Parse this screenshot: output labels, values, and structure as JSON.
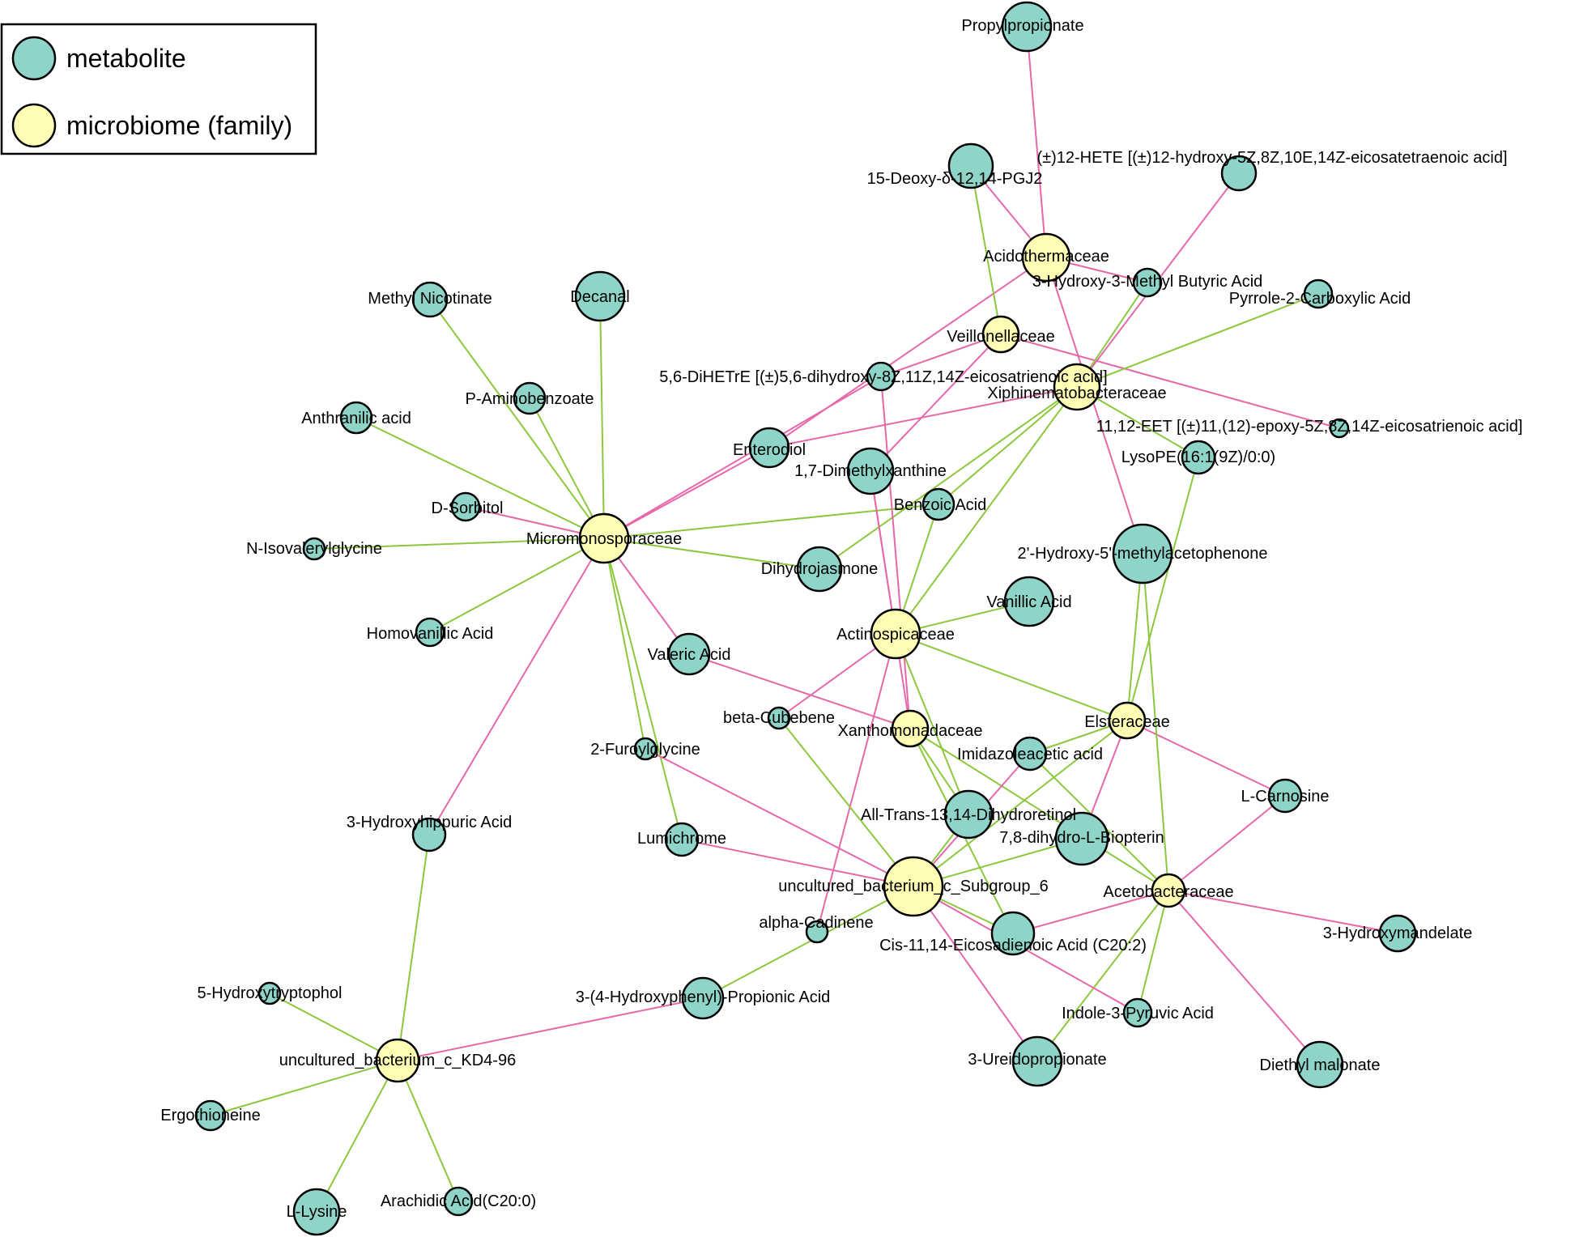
{
  "legend": [
    {
      "label": "metabolite",
      "type": "metabolite"
    },
    {
      "label": "microbiome (family)",
      "type": "microbiome"
    }
  ],
  "colors": {
    "metabolite": "#8fd4c8",
    "microbiome": "#fffcb4",
    "positive_edge": "#8cc83c",
    "negative_edge": "#e668aa"
  },
  "nodes": [
    {
      "id": "micromono",
      "label": "Micromonosporaceae",
      "type": "microbiome"
    },
    {
      "id": "actinosp",
      "label": "Actinospicaceae",
      "type": "microbiome"
    },
    {
      "id": "xanthomonad",
      "label": "Xanthomonadaceae",
      "type": "microbiome"
    },
    {
      "id": "elsteraceae",
      "label": "Elsteraceae",
      "type": "microbiome"
    },
    {
      "id": "acetobact",
      "label": "Acetobacteraceae",
      "type": "microbiome"
    },
    {
      "id": "subgroup6",
      "label": "uncultured_bacterium_c_Subgroup_6",
      "type": "microbiome"
    },
    {
      "id": "kd4",
      "label": "uncultured_bacterium_c_KD4-96",
      "type": "microbiome"
    },
    {
      "id": "acidotherm",
      "label": "Acidothermaceae",
      "type": "microbiome"
    },
    {
      "id": "veillonell",
      "label": "Veillonellaceae",
      "type": "microbiome"
    },
    {
      "id": "xiphinemato",
      "label": "Xiphinematobacteraceae",
      "type": "microbiome"
    },
    {
      "id": "propylprop",
      "label": "Propylpropionate",
      "type": "metabolite"
    },
    {
      "id": "deoxypgj2",
      "label": "15-Deoxy-δ-12,14-PGJ2",
      "type": "metabolite"
    },
    {
      "id": "hete12",
      "label": "(±)12-HETE [(±)12-hydroxy-5Z,8Z,10E,14Z-eicosatetraenoic acid]",
      "type": "metabolite"
    },
    {
      "id": "hydroxymethylbut",
      "label": "3-Hydroxy-3-Methyl Butyric Acid",
      "type": "metabolite"
    },
    {
      "id": "pyrrole",
      "label": "Pyrrole-2-Carboxylic Acid",
      "type": "metabolite"
    },
    {
      "id": "dihetre",
      "label": "5,6-DiHETrE [(±)5,6-dihydroxy-8Z,11Z,14Z-eicosatrienoic acid]",
      "type": "metabolite"
    },
    {
      "id": "eet1112",
      "label": "11,12-EET [(±)11,(12)-epoxy-5Z,8Z,14Z-eicosatrienoic acid]",
      "type": "metabolite"
    },
    {
      "id": "lysope",
      "label": "LysoPE(16:1(9Z)/0:0)",
      "type": "metabolite"
    },
    {
      "id": "enterodiol",
      "label": "Enterodiol",
      "type": "metabolite"
    },
    {
      "id": "dimethylxanth",
      "label": "1,7-Dimethylxanthine",
      "type": "metabolite"
    },
    {
      "id": "benzoic",
      "label": "Benzoic Acid",
      "type": "metabolite"
    },
    {
      "id": "hydroxymethylaceto",
      "label": "2'-Hydroxy-5'-methylacetophenone",
      "type": "metabolite"
    },
    {
      "id": "methylnic",
      "label": "Methyl Nicotinate",
      "type": "metabolite"
    },
    {
      "id": "decanal",
      "label": "Decanal",
      "type": "metabolite"
    },
    {
      "id": "paminobenz",
      "label": "P-Aminobenzoate",
      "type": "metabolite"
    },
    {
      "id": "anthranilic",
      "label": "Anthranilic acid",
      "type": "metabolite"
    },
    {
      "id": "dsorbitol",
      "label": "D-Sorbitol",
      "type": "metabolite"
    },
    {
      "id": "isovaleryl",
      "label": "N-Isovalerylglycine",
      "type": "metabolite"
    },
    {
      "id": "homovanillic",
      "label": "Homovanillic Acid",
      "type": "metabolite"
    },
    {
      "id": "dihydrojasmone",
      "label": "Dihydrojasmone",
      "type": "metabolite"
    },
    {
      "id": "vanillic",
      "label": "Vanillic Acid",
      "type": "metabolite"
    },
    {
      "id": "valeric",
      "label": "Valeric Acid",
      "type": "metabolite"
    },
    {
      "id": "betacubebene",
      "label": "beta-Cubebene",
      "type": "metabolite"
    },
    {
      "id": "furoylglycine",
      "label": "2-Furoylglycine",
      "type": "metabolite"
    },
    {
      "id": "imidazoleacetic",
      "label": "Imidazoleacetic acid",
      "type": "metabolite"
    },
    {
      "id": "alltrans",
      "label": "All-Trans-13,14-Dihydroretinol",
      "type": "metabolite"
    },
    {
      "id": "biopterin",
      "label": "7,8-dihydro-L-Biopterin",
      "type": "metabolite"
    },
    {
      "id": "lcarnosine",
      "label": "L-Carnosine",
      "type": "metabolite"
    },
    {
      "id": "hydroxyhippuric",
      "label": "3-Hydroxyhippuric Acid",
      "type": "metabolite"
    },
    {
      "id": "lumichrome",
      "label": "Lumichrome",
      "type": "metabolite"
    },
    {
      "id": "alphacadinene",
      "label": "alpha-Cadinene",
      "type": "metabolite"
    },
    {
      "id": "eicosadienoic",
      "label": "Cis-11,14-Eicosadienoic Acid (C20:2)",
      "type": "metabolite"
    },
    {
      "id": "hydroxymandelate",
      "label": "3-Hydroxymandelate",
      "type": "metabolite"
    },
    {
      "id": "hydroxytryptophol",
      "label": "5-Hydroxytryptophol",
      "type": "metabolite"
    },
    {
      "id": "hydroxyphenylprop",
      "label": "3-(4-Hydroxyphenyl)-Propionic Acid",
      "type": "metabolite"
    },
    {
      "id": "indolepyruvic",
      "label": "Indole-3-Pyruvic Acid",
      "type": "metabolite"
    },
    {
      "id": "ureidoprop",
      "label": "3-Ureidopropionate",
      "type": "metabolite"
    },
    {
      "id": "diethylmal",
      "label": "Diethyl malonate",
      "type": "metabolite"
    },
    {
      "id": "ergothioneine",
      "label": "Ergothioneine",
      "type": "metabolite"
    },
    {
      "id": "llysine",
      "label": "L-Lysine",
      "type": "metabolite"
    },
    {
      "id": "arachidic",
      "label": "Arachidic Acid(C20:0)",
      "type": "metabolite"
    }
  ],
  "edges": [
    {
      "source": "micromono",
      "target": "methylnic",
      "sign": "positive"
    },
    {
      "source": "micromono",
      "target": "decanal",
      "sign": "positive"
    },
    {
      "source": "micromono",
      "target": "paminobenz",
      "sign": "positive"
    },
    {
      "source": "micromono",
      "target": "anthranilic",
      "sign": "positive"
    },
    {
      "source": "micromono",
      "target": "dsorbitol",
      "sign": "negative"
    },
    {
      "source": "micromono",
      "target": "isovaleryl",
      "sign": "positive"
    },
    {
      "source": "micromono",
      "target": "homovanillic",
      "sign": "positive"
    },
    {
      "source": "micromono",
      "target": "enterodiol",
      "sign": "negative"
    },
    {
      "source": "micromono",
      "target": "dihetre",
      "sign": "negative"
    },
    {
      "source": "micromono",
      "target": "benzoic",
      "sign": "positive"
    },
    {
      "source": "micromono",
      "target": "dihydrojasmone",
      "sign": "positive"
    },
    {
      "source": "micromono",
      "target": "valeric",
      "sign": "negative"
    },
    {
      "source": "micromono",
      "target": "furoylglycine",
      "sign": "positive"
    },
    {
      "source": "micromono",
      "target": "lumichrome",
      "sign": "positive"
    },
    {
      "source": "micromono",
      "target": "hydroxyhippuric",
      "sign": "negative"
    },
    {
      "source": "acidotherm",
      "target": "propylprop",
      "sign": "negative"
    },
    {
      "source": "acidotherm",
      "target": "deoxypgj2",
      "sign": "negative"
    },
    {
      "source": "acidotherm",
      "target": "hydroxymethylbut",
      "sign": "negative"
    },
    {
      "source": "acidotherm",
      "target": "hydroxymethylaceto",
      "sign": "negative"
    },
    {
      "source": "acidotherm",
      "target": "enterodiol",
      "sign": "negative"
    },
    {
      "source": "veillonell",
      "target": "deoxypgj2",
      "sign": "positive"
    },
    {
      "source": "veillonell",
      "target": "dihetre",
      "sign": "negative"
    },
    {
      "source": "veillonell",
      "target": "dimethylxanth",
      "sign": "negative"
    },
    {
      "source": "veillonell",
      "target": "eet1112",
      "sign": "negative"
    },
    {
      "source": "xiphinemato",
      "target": "hete12",
      "sign": "negative"
    },
    {
      "source": "xiphinemato",
      "target": "hydroxymethylbut",
      "sign": "positive"
    },
    {
      "source": "xiphinemato",
      "target": "pyrrole",
      "sign": "positive"
    },
    {
      "source": "xiphinemato",
      "target": "enterodiol",
      "sign": "negative"
    },
    {
      "source": "xiphinemato",
      "target": "benzoic",
      "sign": "positive"
    },
    {
      "source": "xiphinemato",
      "target": "dihydrojasmone",
      "sign": "positive"
    },
    {
      "source": "xiphinemato",
      "target": "actinosp",
      "sign": "positive"
    },
    {
      "source": "xiphinemato",
      "target": "lysope",
      "sign": "positive"
    },
    {
      "source": "actinosp",
      "target": "benzoic",
      "sign": "positive"
    },
    {
      "source": "actinosp",
      "target": "vanillic",
      "sign": "positive"
    },
    {
      "source": "actinosp",
      "target": "betacubebene",
      "sign": "negative"
    },
    {
      "source": "actinosp",
      "target": "dimethylxanth",
      "sign": "negative"
    },
    {
      "source": "actinosp",
      "target": "alphacadinene",
      "sign": "negative"
    },
    {
      "source": "actinosp",
      "target": "elsteraceae",
      "sign": "positive"
    },
    {
      "source": "actinosp",
      "target": "alltrans",
      "sign": "positive"
    },
    {
      "source": "xanthomonad",
      "target": "dimethylxanth",
      "sign": "negative"
    },
    {
      "source": "xanthomonad",
      "target": "valeric",
      "sign": "negative"
    },
    {
      "source": "xanthomonad",
      "target": "alltrans",
      "sign": "positive"
    },
    {
      "source": "xanthomonad",
      "target": "dihetre",
      "sign": "negative"
    },
    {
      "source": "xanthomonad",
      "target": "acetobact",
      "sign": "positive"
    },
    {
      "source": "xanthomonad",
      "target": "eicosadienoic",
      "sign": "positive"
    },
    {
      "source": "elsteraceae",
      "target": "hydroxymethylaceto",
      "sign": "positive"
    },
    {
      "source": "elsteraceae",
      "target": "lysope",
      "sign": "positive"
    },
    {
      "source": "elsteraceae",
      "target": "imidazoleacetic",
      "sign": "positive"
    },
    {
      "source": "elsteraceae",
      "target": "lcarnosine",
      "sign": "negative"
    },
    {
      "source": "elsteraceae",
      "target": "subgroup6",
      "sign": "positive"
    },
    {
      "source": "elsteraceae",
      "target": "biopterin",
      "sign": "negative"
    },
    {
      "source": "acetobact",
      "target": "hydroxymethylaceto",
      "sign": "positive"
    },
    {
      "source": "acetobact",
      "target": "lcarnosine",
      "sign": "negative"
    },
    {
      "source": "acetobact",
      "target": "hydroxymandelate",
      "sign": "negative"
    },
    {
      "source": "acetobact",
      "target": "diethylmal",
      "sign": "negative"
    },
    {
      "source": "acetobact",
      "target": "indolepyruvic",
      "sign": "positive"
    },
    {
      "source": "acetobact",
      "target": "ureidoprop",
      "sign": "positive"
    },
    {
      "source": "acetobact",
      "target": "eicosadienoic",
      "sign": "negative"
    },
    {
      "source": "acetobact",
      "target": "imidazoleacetic",
      "sign": "positive"
    },
    {
      "source": "subgroup6",
      "target": "alltrans",
      "sign": "positive"
    },
    {
      "source": "subgroup6",
      "target": "imidazoleacetic",
      "sign": "negative"
    },
    {
      "source": "subgroup6",
      "target": "biopterin",
      "sign": "positive"
    },
    {
      "source": "subgroup6",
      "target": "lumichrome",
      "sign": "negative"
    },
    {
      "source": "subgroup6",
      "target": "furoylglycine",
      "sign": "negative"
    },
    {
      "source": "subgroup6",
      "target": "betacubebene",
      "sign": "positive"
    },
    {
      "source": "subgroup6",
      "target": "eicosadienoic",
      "sign": "positive"
    },
    {
      "source": "subgroup6",
      "target": "ureidoprop",
      "sign": "negative"
    },
    {
      "source": "subgroup6",
      "target": "indolepyruvic",
      "sign": "negative"
    },
    {
      "source": "subgroup6",
      "target": "hydroxyphenylprop",
      "sign": "positive"
    },
    {
      "source": "kd4",
      "target": "hydroxyhippuric",
      "sign": "positive"
    },
    {
      "source": "kd4",
      "target": "hydroxytryptophol",
      "sign": "positive"
    },
    {
      "source": "kd4",
      "target": "ergothioneine",
      "sign": "positive"
    },
    {
      "source": "kd4",
      "target": "llysine",
      "sign": "positive"
    },
    {
      "source": "kd4",
      "target": "arachidic",
      "sign": "positive"
    },
    {
      "source": "kd4",
      "target": "hydroxyphenylprop",
      "sign": "negative"
    }
  ]
}
